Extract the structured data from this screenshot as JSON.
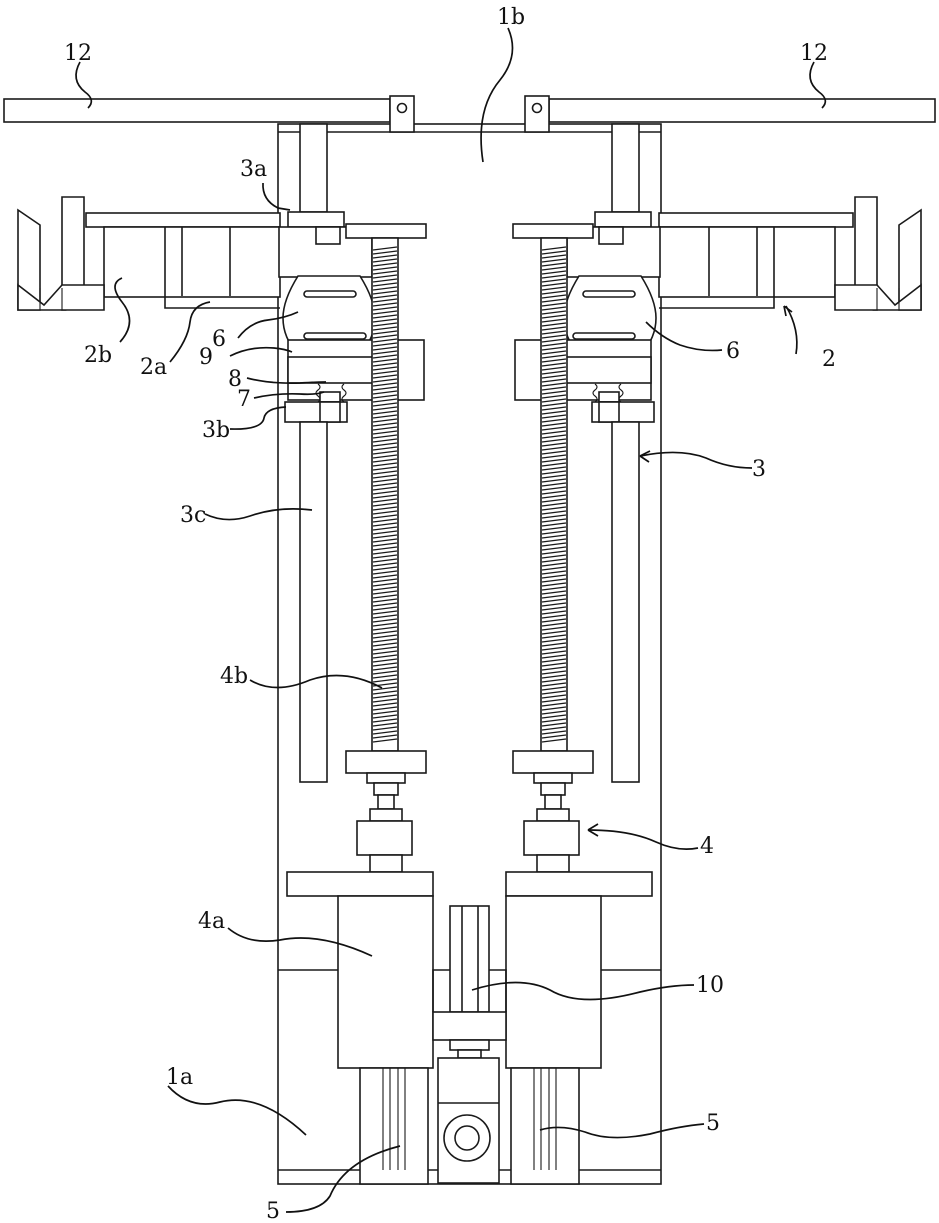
{
  "labels": {
    "frame_top": "1b",
    "frame_bottom": "1a",
    "arm": "12",
    "clamp_assembly": "2",
    "clamp_base": "2a",
    "clamp_jaw": "2b",
    "guide_assembly": "3",
    "guide_top_block": "3a",
    "guide_bottom_block": "3b",
    "guide_rail": "3c",
    "drive_assembly": "4",
    "motor": "4a",
    "lead_screw": "4b",
    "rail": "5",
    "nut_block": "6",
    "spring": "7",
    "pin": "8",
    "slider": "9",
    "center_unit": "10"
  }
}
